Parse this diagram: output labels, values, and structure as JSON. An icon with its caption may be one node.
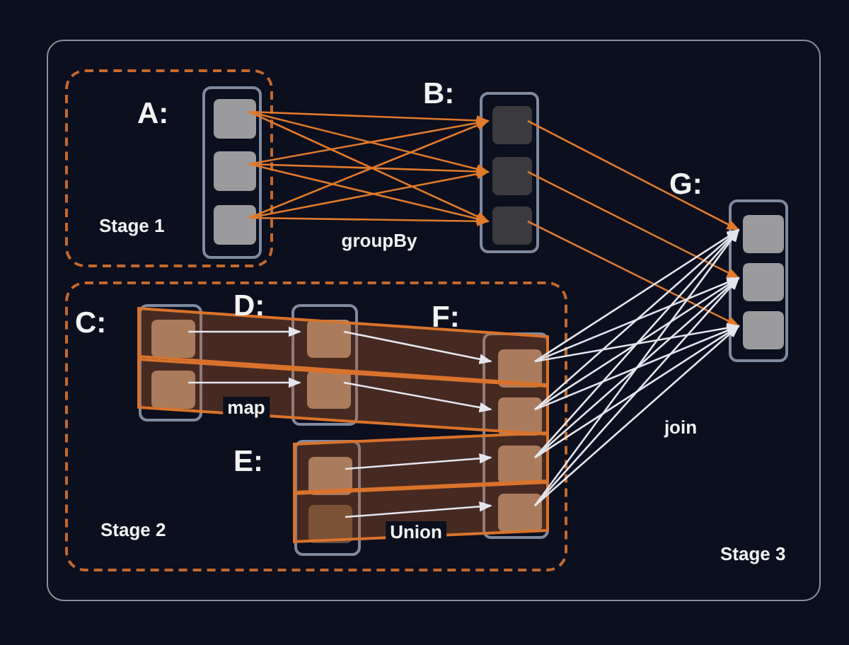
{
  "diagram": {
    "nodes": [
      {
        "text": [
          "Stage 3"
        ]
      },
      {
        "text": [
          "Stage 1"
        ],
        "in": 0
      },
      {
        "text": [
          "A:"
        ],
        "in": 1
      },
      {
        "text": [],
        "shape": "box",
        "in": 2
      },
      {
        "text": [],
        "shape": "box",
        "in": 2
      },
      {
        "text": [],
        "shape": "box",
        "in": 2
      },
      {
        "text": [
          "B:"
        ],
        "in": 0
      },
      {
        "text": [],
        "shape": "box",
        "in": 6
      },
      {
        "text": [],
        "shape": "box",
        "in": 6
      },
      {
        "text": [],
        "shape": "box",
        "in": 6
      },
      {
        "text": [
          "Stage 2"
        ],
        "in": 0
      },
      {
        "text": [
          "C:"
        ],
        "in": 10
      },
      {
        "text": [],
        "shape": "box",
        "in": 11
      },
      {
        "text": [],
        "shape": "box",
        "in": 11
      },
      {
        "text": [
          "D:"
        ],
        "in": 10
      },
      {
        "text": [],
        "shape": "box",
        "in": 14
      },
      {
        "text": [],
        "shape": "box",
        "in": 14
      },
      {
        "text": [
          "E:"
        ],
        "in": 10
      },
      {
        "text": [],
        "shape": "box",
        "in": 17
      },
      {
        "text": [],
        "shape": "box",
        "in": 17
      },
      {
        "text": [
          "F:"
        ],
        "in": 10
      },
      {
        "text": [],
        "shape": "box",
        "in": 20
      },
      {
        "text": [],
        "shape": "box",
        "in": 20
      },
      {
        "text": [],
        "shape": "box",
        "in": 20
      },
      {
        "text": [],
        "shape": "box",
        "in": 20
      },
      {
        "text": [
          "G:"
        ],
        "in": 0
      },
      {
        "text": [],
        "shape": "box",
        "in": 25
      },
      {
        "text": [],
        "shape": "box",
        "in": 25
      },
      {
        "text": [],
        "shape": "box",
        "in": 25
      }
    ],
    "edges": [
      {
        "from": 3,
        "to": 7,
        "arrow": "to",
        "color": "#e07a2c"
      },
      {
        "from": 3,
        "to": 8,
        "arrow": "to",
        "color": "#e07a2c"
      },
      {
        "from": 3,
        "to": 9,
        "arrow": "to",
        "color": "#e07a2c"
      },
      {
        "from": 4,
        "to": 7,
        "arrow": "to",
        "color": "#e07a2c"
      },
      {
        "from": 4,
        "to": 8,
        "arrow": "to",
        "color": "#e07a2c"
      },
      {
        "from": 4,
        "to": 9,
        "arrow": "to",
        "color": "#e07a2c"
      },
      {
        "from": 5,
        "to": 7,
        "arrow": "to",
        "color": "#e07a2c"
      },
      {
        "from": 5,
        "to": 8,
        "arrow": "to",
        "color": "#e07a2c"
      },
      {
        "from": 5,
        "to": 9,
        "arrow": "to",
        "color": "#e07a2c",
        "label": "groupBy"
      },
      {
        "from": 7,
        "to": 26,
        "arrow": "to",
        "color": "#e07a2c"
      },
      {
        "from": 8,
        "to": 27,
        "arrow": "to",
        "color": "#e07a2c"
      },
      {
        "from": 9,
        "to": 28,
        "arrow": "to",
        "color": "#e07a2c"
      },
      {
        "from": 12,
        "to": 15,
        "arrow": "to"
      },
      {
        "from": 13,
        "to": 16,
        "arrow": "to",
        "label": "map"
      },
      {
        "from": 15,
        "to": 21,
        "arrow": "to"
      },
      {
        "from": 16,
        "to": 22,
        "arrow": "to"
      },
      {
        "from": 18,
        "to": 23,
        "arrow": "to"
      },
      {
        "from": 19,
        "to": 24,
        "arrow": "to",
        "label": "Union"
      },
      {
        "from": 21,
        "to": 26,
        "arrow": "to"
      },
      {
        "from": 21,
        "to": 27,
        "arrow": "to"
      },
      {
        "from": 21,
        "to": 28,
        "arrow": "to"
      },
      {
        "from": 22,
        "to": 26,
        "arrow": "to"
      },
      {
        "from": 22,
        "to": 27,
        "arrow": "to"
      },
      {
        "from": 22,
        "to": 28,
        "arrow": "to"
      },
      {
        "from": 23,
        "to": 26,
        "arrow": "to"
      },
      {
        "from": 23,
        "to": 27,
        "arrow": "to"
      },
      {
        "from": 23,
        "to": 28,
        "arrow": "to"
      },
      {
        "from": 24,
        "to": 26,
        "arrow": "to"
      },
      {
        "from": 24,
        "to": 27,
        "arrow": "to"
      },
      {
        "from": 24,
        "to": 28,
        "arrow": "to",
        "label": "join"
      }
    ]
  }
}
